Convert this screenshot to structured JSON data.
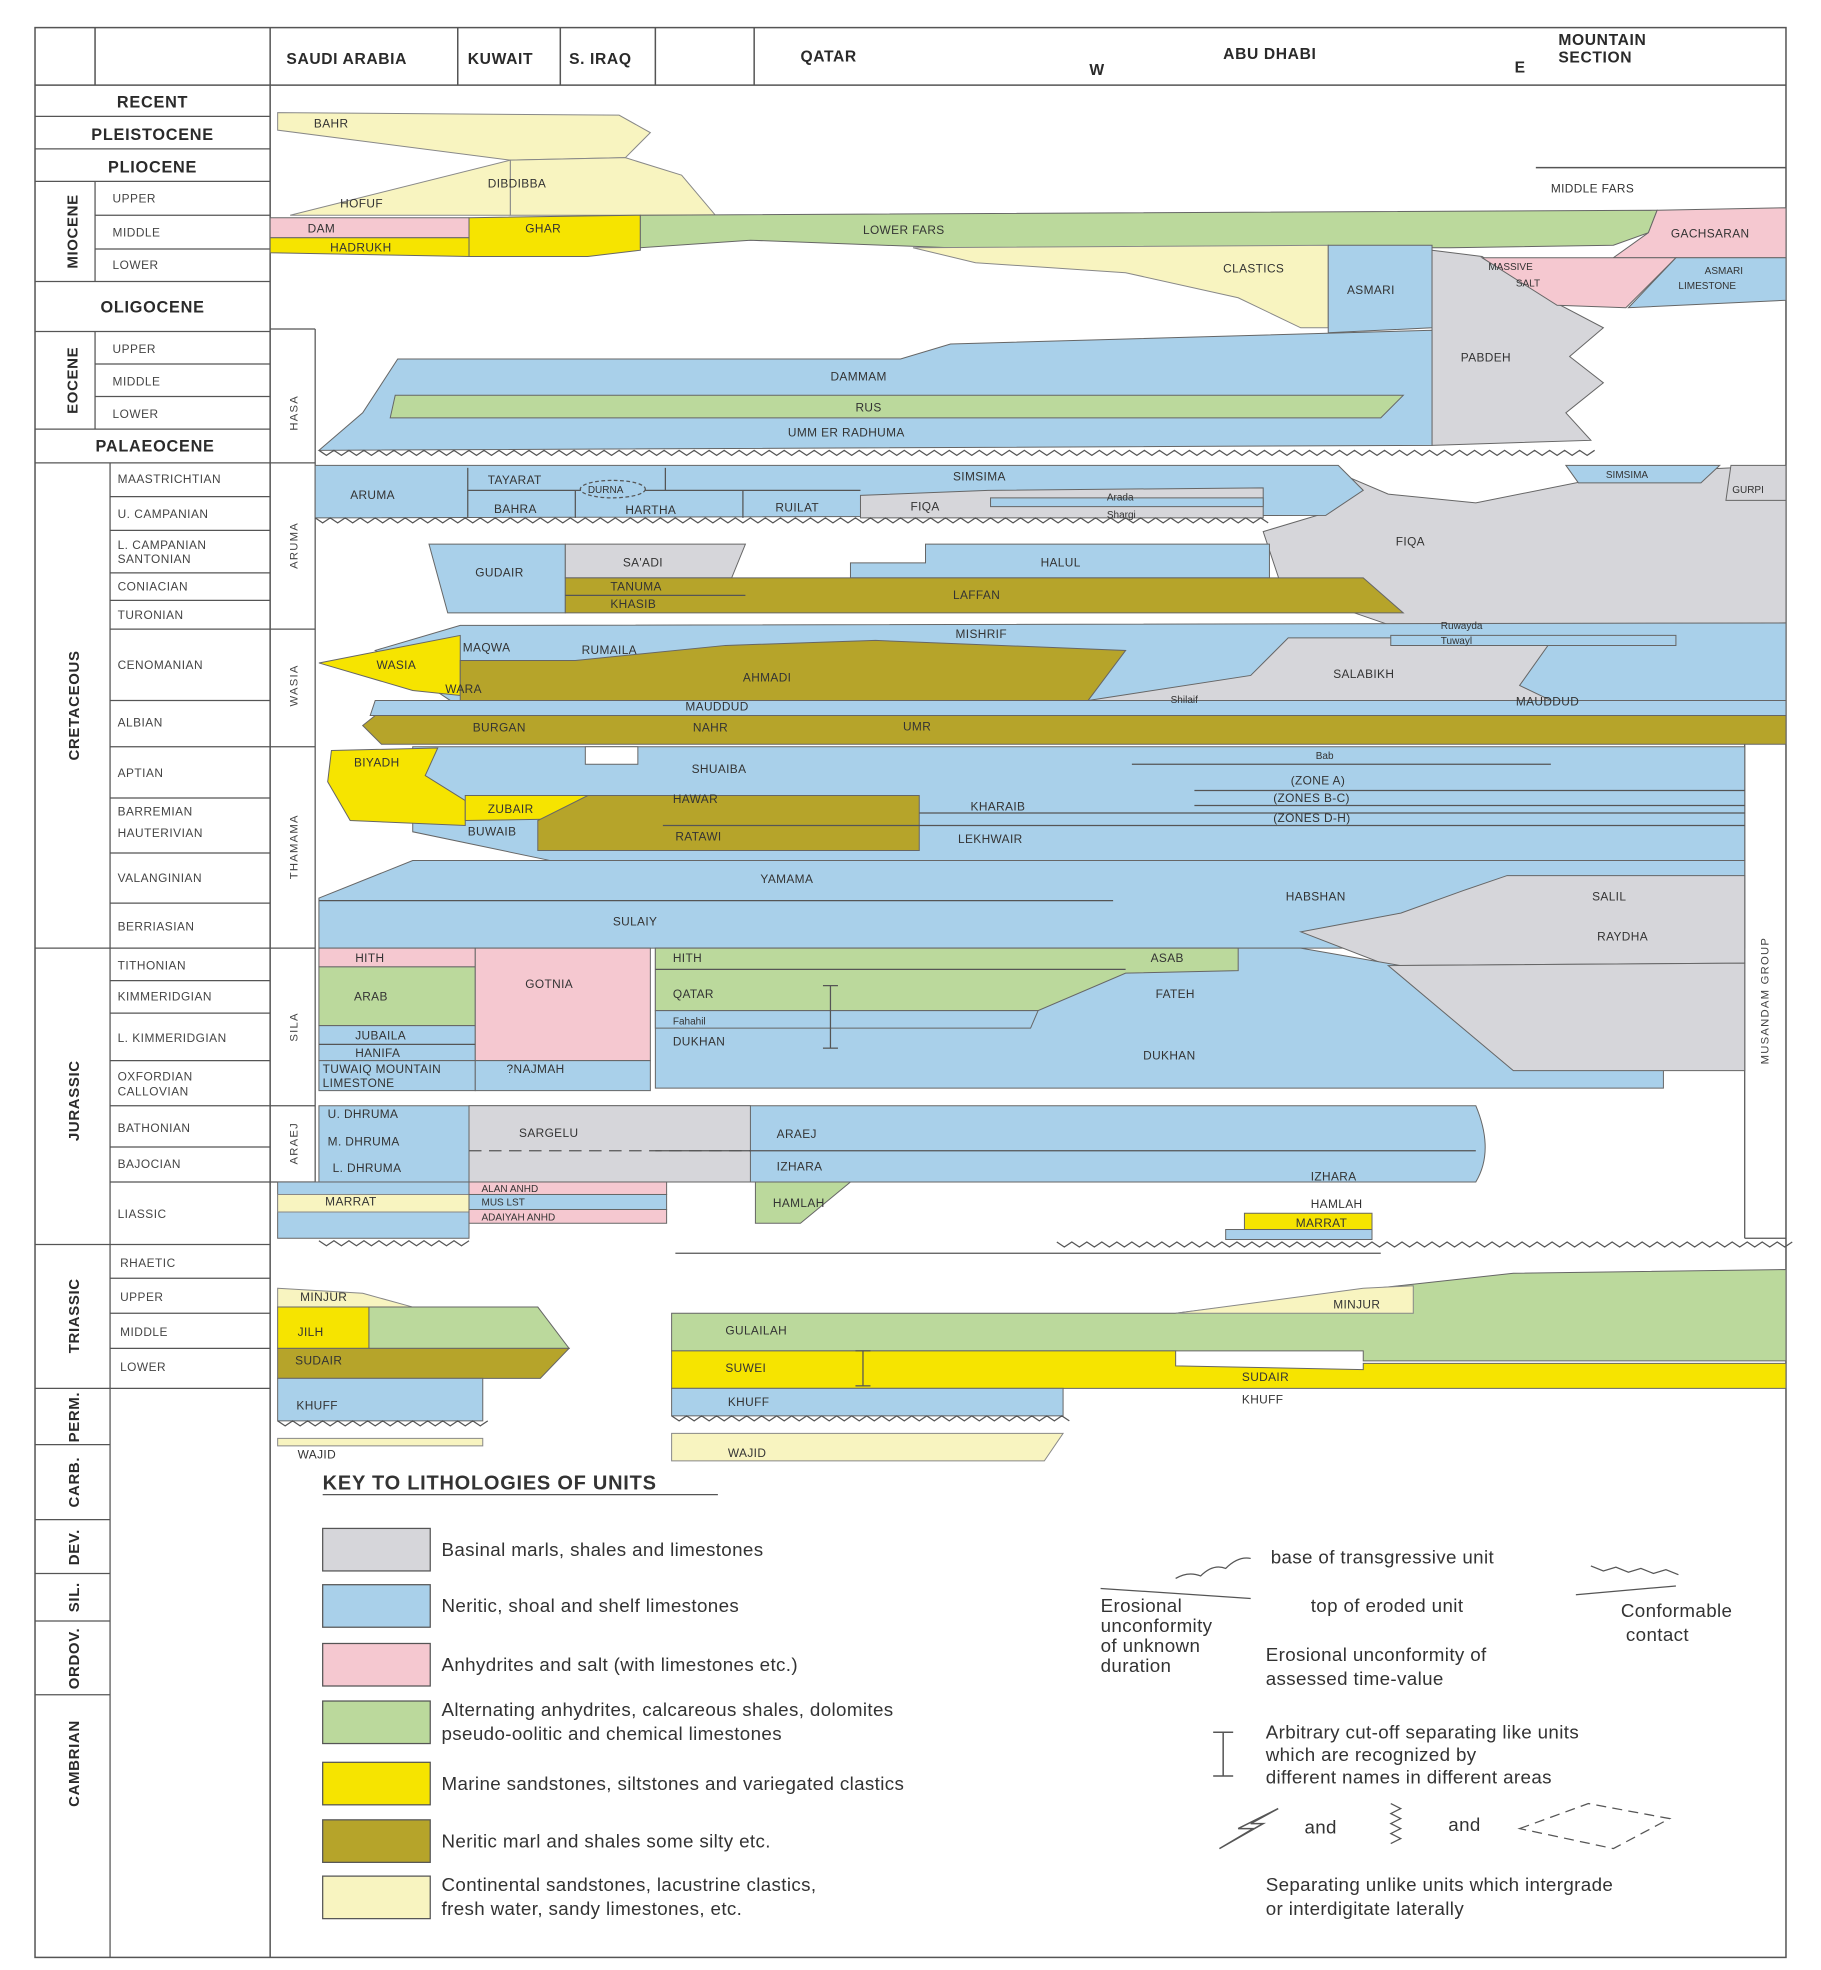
{
  "header": {
    "columns": [
      "SAUDI ARABIA",
      "KUWAIT",
      "S. IRAQ",
      "QATAR",
      "W",
      "ABU DHABI",
      "E",
      "MOUNTAIN",
      "SECTION"
    ]
  },
  "timescale": {
    "recent": "RECENT",
    "pleistocene": "PLEISTOCENE",
    "pliocene": "PLIOCENE",
    "miocene": "MIOCENE",
    "mio_upper": "UPPER",
    "mio_middle": "MIDDLE",
    "mio_lower": "LOWER",
    "oligocene": "OLIGOCENE",
    "eocene": "EOCENE",
    "eo_upper": "UPPER",
    "eo_middle": "MIDDLE",
    "eo_lower": "LOWER",
    "palaeocene": "PALAEOCENE",
    "cretaceous": "CRETACEOUS",
    "maastrichtian": "MAASTRICHTIAN",
    "u_campanian": "U. CAMPANIAN",
    "l_campanian": "L. CAMPANIAN",
    "santonian": "SANTONIAN",
    "coniacian": "CONIACIAN",
    "turonian": "TURONIAN",
    "cenomanian": "CENOMANIAN",
    "albian": "ALBIAN",
    "aptian": "APTIAN",
    "barremian": "BARREMIAN",
    "hauterivian": "HAUTERIVIAN",
    "valanginian": "VALANGINIAN",
    "berriasian": "BERRIASIAN",
    "jurassic": "JURASSIC",
    "tithonian": "TITHONIAN",
    "kimmeridgian": "KIMMERIDGIAN",
    "l_kimmeridgian": "L. KIMMERIDGIAN",
    "oxfordian": "OXFORDIAN",
    "callovian": "CALLOVIAN",
    "bathonian": "BATHONIAN",
    "bajocian": "BAJOCIAN",
    "liassic": "LIASSIC",
    "triassic": "TRIASSIC",
    "rhaetic": "RHAETIC",
    "tr_upper": "UPPER",
    "tr_middle": "MIDDLE",
    "tr_lower": "LOWER",
    "perm": "PERM.",
    "carb": "CARB.",
    "dev": "DEV.",
    "sil": "SIL.",
    "ordov": "ORDOV.",
    "cambrian": "CAMBRIAN"
  },
  "groups": {
    "hasa": "HASA",
    "aruma": "ARUMA",
    "wasia": "WASIA",
    "thamama": "THAMAMA",
    "sila": "SILA",
    "araej": "ARAEJ",
    "musandam": "MUSANDAM   GROUP"
  },
  "units": {
    "bahr": "BAHR",
    "dibdibba": "DIBDIBBA",
    "hofuf": "HOFUF",
    "dam": "DAM",
    "ghar": "GHAR",
    "hadrukh": "HADRUKH",
    "lower_fars": "LOWER  FARS",
    "middle_fars": "MIDDLE  FARS",
    "gachsaran": "GACHSARAN",
    "clastics": "CLASTICS",
    "asmari": "ASMARI",
    "massive": "MASSIVE",
    "salt": "SALT",
    "asmari_lime1": "ASMARI",
    "asmari_lime2": "LIMESTONE",
    "pabdeh": "PABDEH",
    "dammam": "DAMMAM",
    "rus": "RUS",
    "umm_er_radhuma": "UMM  ER  RADHUMA",
    "aruma": "ARUMA",
    "tayarat": "TAYARAT",
    "durna": "DURNA",
    "bahra": "BAHRA",
    "hartha": "HARTHA",
    "ruilat": "RUILAT",
    "fiqa1": "FIQA",
    "arada": "Arada",
    "shargi": "Shargi",
    "simsima1": "SIMSIMA",
    "simsima2": "SIMSIMA",
    "gurpi": "GURPI",
    "fiqa2": "FIQA",
    "gudair": "GUDAIR",
    "saadi": "SA'ADI",
    "halul": "HALUL",
    "tanuma": "TANUMA",
    "khasib": "KHASIB",
    "laffan": "LAFFAN",
    "wasia": "WASIA",
    "maqwa": "MAQWA",
    "rumaila": "RUMAILA",
    "mishrif": "MISHRIF",
    "ruwayda": "Ruwayda",
    "tuwayl": "Tuwayl",
    "ahmadi": "AHMADI",
    "wara": "WARA",
    "salabikh": "SALABIKH",
    "shilaif": "Shilaif",
    "mauddud1": "MAUDDUD",
    "mauddud2": "MAUDDUD",
    "burgan": "BURGAN",
    "nahr": "NAHR",
    "umr": "UMR",
    "biyadh": "BIYADH",
    "shuaiba": "SHUAIBA",
    "bab": "Bab",
    "zone_a": "(ZONE  A)",
    "zones_bc": "(ZONES  B-C)",
    "zones_dh": "(ZONES  D-H)",
    "zubair": "ZUBAIR",
    "hawar": "HAWAR",
    "kharaib": "KHARAIB",
    "buwaib": "BUWAIB",
    "ratawi": "RATAWI",
    "lekhwair": "LEKHWAIR",
    "yamama": "YAMAMA",
    "habshan": "HABSHAN",
    "salil": "SALIL",
    "sulaiy": "SULAIY",
    "raydha": "RAYDHA",
    "hith1": "HITH",
    "gotnia": "GOTNIA",
    "hith2": "HITH",
    "asab": "ASAB",
    "arab": "ARAB",
    "qatar": "QATAR",
    "fateh": "FATEH",
    "fahahil": "Fahahil",
    "jubaila": "JUBAILA",
    "hanifa": "HANIFA",
    "dukhan1": "DUKHAN",
    "dukhan2": "DUKHAN",
    "tuwaiq1": "TUWAIQ MOUNTAIN",
    "tuwaiq2": "LIMESTONE",
    "najmah": "?NAJMAH",
    "u_dhruma": "U. DHRUMA",
    "m_dhruma": "M. DHRUMA",
    "l_dhruma": "L. DHRUMA",
    "sargelu": "SARGELU",
    "araej": "ARAEJ",
    "izhara1": "IZHARA",
    "marrat1": "MARRAT",
    "alan": "ALAN  ANHD",
    "mus": "MUS  LST",
    "adaiyah": "ADAIYAH  ANHD",
    "hamlah1": "HAMLAH",
    "izhara2": "IZHARA",
    "hamlah2": "HAMLAH",
    "marrat2": "MARRAT",
    "minjur1": "MINJUR",
    "jilh": "JILH",
    "sudair1": "SUDAIR",
    "khuff1": "KHUFF",
    "wajid1": "WAJID",
    "gulailah": "GULAILAH",
    "minjur2": "MINJUR",
    "suwei": "SUWEI",
    "sudair2": "SUDAIR",
    "khuff2": "KHUFF",
    "khuff3": "KHUFF",
    "wajid2": "WAJID"
  },
  "key": {
    "title": "KEY TO LITHOLOGIES OF UNITS",
    "items": [
      {
        "color": "#d6d6da",
        "lines": [
          "Basinal marls, shales and limestones"
        ]
      },
      {
        "color": "#a9d0ea",
        "lines": [
          "Neritic, shoal and shelf limestones"
        ]
      },
      {
        "color": "#f5c8d0",
        "lines": [
          "Anhydrites and salt (with limestones etc.)"
        ]
      },
      {
        "color": "#bbd99c",
        "lines": [
          "Alternating anhydrites, calcareous shales, dolomites",
          "pseudo-oolitic and chemical limestones"
        ]
      },
      {
        "color": "#f6e400",
        "lines": [
          "Marine sandstones, siltstones and variegated clastics"
        ]
      },
      {
        "color": "#b6a42a",
        "lines": [
          "Neritic marl and shales some silty etc."
        ]
      },
      {
        "color": "#f8f4c0",
        "lines": [
          "Continental sandstones, lacustrine clastics,",
          "fresh water, sandy limestones, etc."
        ]
      }
    ],
    "symbols": {
      "base_transgressive": "base of transgressive unit",
      "erosional_unknown": [
        "Erosional",
        "unconformity",
        "of unknown",
        "duration"
      ],
      "top_eroded": "top of eroded unit",
      "conformable": [
        "Conformable",
        "contact"
      ],
      "erosional_assessed": [
        "Erosional unconformity of",
        "assessed time-value"
      ],
      "cutoff": [
        "Arbitrary cut-off separating like units",
        "which are recognized by",
        "different names in different areas"
      ],
      "and1": "and",
      "and2": "and",
      "separating": [
        "Separating unlike units which intergrade",
        "or interdigitate laterally"
      ]
    }
  }
}
